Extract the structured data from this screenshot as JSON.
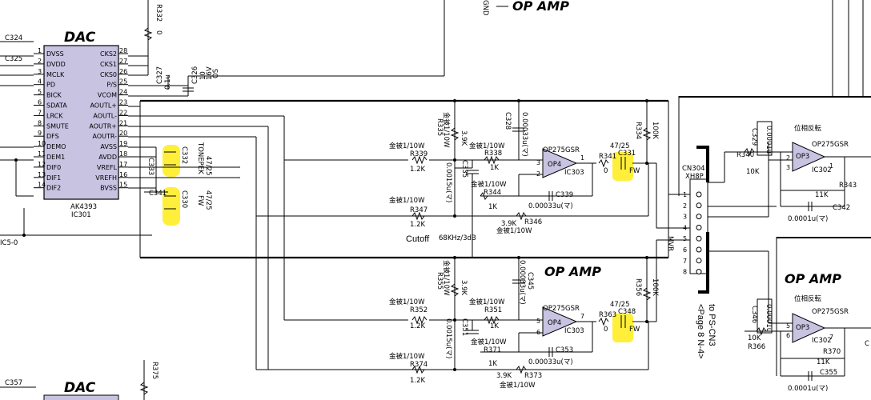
{
  "titles": {
    "op_amp_top_right": "OP AMP",
    "op_amp_center": "OP AMP",
    "op_amp_right": "OP AMP",
    "dac_main": "DAC",
    "dac_bottom": "DAC"
  },
  "dac_ic": {
    "part": "AK4393",
    "ref": "IC301",
    "left_pins": [
      {
        "num": "1",
        "name": "DVSS"
      },
      {
        "num": "2",
        "name": "DVDD"
      },
      {
        "num": "3",
        "name": "MCLK"
      },
      {
        "num": "4",
        "name": "PD"
      },
      {
        "num": "5",
        "name": "BICK"
      },
      {
        "num": "6",
        "name": "SDATA"
      },
      {
        "num": "7",
        "name": "LRCK"
      },
      {
        "num": "8",
        "name": "SMUTE"
      },
      {
        "num": "9",
        "name": "DFS"
      },
      {
        "num": "10",
        "name": "DEMO"
      },
      {
        "num": "11",
        "name": "DEM1"
      },
      {
        "num": "12",
        "name": "DIF0"
      },
      {
        "num": "13",
        "name": "DIF1"
      },
      {
        "num": "14",
        "name": "DIF2"
      }
    ],
    "right_pins": [
      {
        "num": "28",
        "name": "CKS2"
      },
      {
        "num": "27",
        "name": "CKS1"
      },
      {
        "num": "26",
        "name": "CKS0"
      },
      {
        "num": "25",
        "name": "P/S"
      },
      {
        "num": "24",
        "name": "VCOM"
      },
      {
        "num": "23",
        "name": "AOUTL+"
      },
      {
        "num": "22",
        "name": "AOUTL-"
      },
      {
        "num": "21",
        "name": "AOUTR+"
      },
      {
        "num": "20",
        "name": "AOUTR-"
      },
      {
        "num": "19",
        "name": "AVSS"
      },
      {
        "num": "18",
        "name": "AVDD"
      },
      {
        "num": "17",
        "name": "VREFL"
      },
      {
        "num": "16",
        "name": "VREFH"
      },
      {
        "num": "15",
        "name": "BVSS"
      }
    ]
  },
  "labels": {
    "c324": "C324",
    "c325": "C325",
    "r332": "R332",
    "r332_val": "0",
    "c326": "C326",
    "c326_val": "10",
    "c326_v": "16V",
    "c326_typ": "OS",
    "c327": "C327",
    "c327_val": "0.1u",
    "c332": "C332",
    "c333": "C333",
    "c341": "C341",
    "c330": "C330",
    "tonepek": "TONEPEK",
    "tonepek_val": "47/25",
    "fw": "FW",
    "fw_val": "47/25",
    "ic5": "IC5-0",
    "c357": "C357",
    "r375": "R375",
    "r335": "R335",
    "r335_note": "金被1/10W",
    "r335_val": "3.9K",
    "r339": "R339",
    "r339_note": "金被1/10W",
    "r339_val": "1.2K",
    "r338": "R338",
    "r338_note": "金被1/10W",
    "r338_val": "1K",
    "c328": "C328",
    "c328_val": "0.00033u(マ)",
    "c335": "C335",
    "c335_val": "0.0015u(マ)",
    "op4_top": "OP4",
    "op_top_part": "OP275GSR",
    "ic303_top": "IC303",
    "r341": "R341",
    "r341_val": "0",
    "c331": "C331",
    "c331_val": "47/25",
    "fw_top": "FW",
    "r334": "R334",
    "r334_val": "100K",
    "r344": "R344",
    "r344_note": "金被1/10W",
    "r344_val": "1K",
    "c339": "C339",
    "c339_val": "0.00033u(マ)",
    "r347": "R347",
    "r347_note": "金被1/10W",
    "r347_val": "1.2K",
    "r346": "R346",
    "r346_val": "3.9K",
    "r346_note": "金被1/10W",
    "cutoff": "Cutoff",
    "cutoff_val": "68KHz/3dB",
    "r355": "R355",
    "r355_note": "金被1/10W",
    "r355_val": "3.9K",
    "c345": "C345",
    "c345_val": "0.00033u(マ)",
    "r352": "R352",
    "r352_note": "金被1/10W",
    "r352_val": "1.2K",
    "r351": "R351",
    "r351_note": "金被1/10W",
    "r351_val": "1K",
    "c351": "C351",
    "c351_val": "0.0015u(マ)",
    "op4_bot": "OP4",
    "op_bot_part": "OP275GSR",
    "ic303_bot": "IC303",
    "r363": "R363",
    "r363_val": "0",
    "c348": "C348",
    "c348_val": "47/25",
    "fw_bot": "FW",
    "r356": "R356",
    "r356_val": "100K",
    "r371": "R371",
    "r371_note": "金被1/10W",
    "r371_val": "1K",
    "c353": "C353",
    "c353_val": "0.00033u(マ)",
    "r374": "R374",
    "r374_note": "金被1/10W",
    "r374_val": "1.2K",
    "r373": "R373",
    "r373_val": "3.9K",
    "r373_note": "金被1/10W",
    "cn304": "CN304",
    "xh8p": "XH8P",
    "mvr": "MVR",
    "to_ps": "to PS-CN3",
    "page_ref": "<Page 8 N-4>",
    "cn_pins": [
      "1",
      "2",
      "3",
      "4",
      "5",
      "6",
      "7",
      "8"
    ],
    "gnd": "GND",
    "c329": "C329",
    "c329_val": "0.0001u",
    "phase_top": "位相反転",
    "op3_top": "OP3",
    "op3_top_part": "OP275GSR",
    "ic302_top": "IC302",
    "r340": "R340",
    "r340_val": "10K",
    "r343": "R343",
    "r343_val": "11K",
    "c342": "C342",
    "c342_val": "0.0001u(マ)",
    "c346": "C346",
    "c346_val": "0.0001u",
    "phase_bot": "位相反転",
    "op3_bot": "OP3",
    "op3_bot_part": "OP275GSR",
    "ic302_bot": "IC302",
    "r366": "R366",
    "r366_val": "10K",
    "r370": "R370",
    "r370_val": "11K",
    "c355": "C355",
    "c355_val": "0.0001u(マ)",
    "c_edge": "C"
  }
}
